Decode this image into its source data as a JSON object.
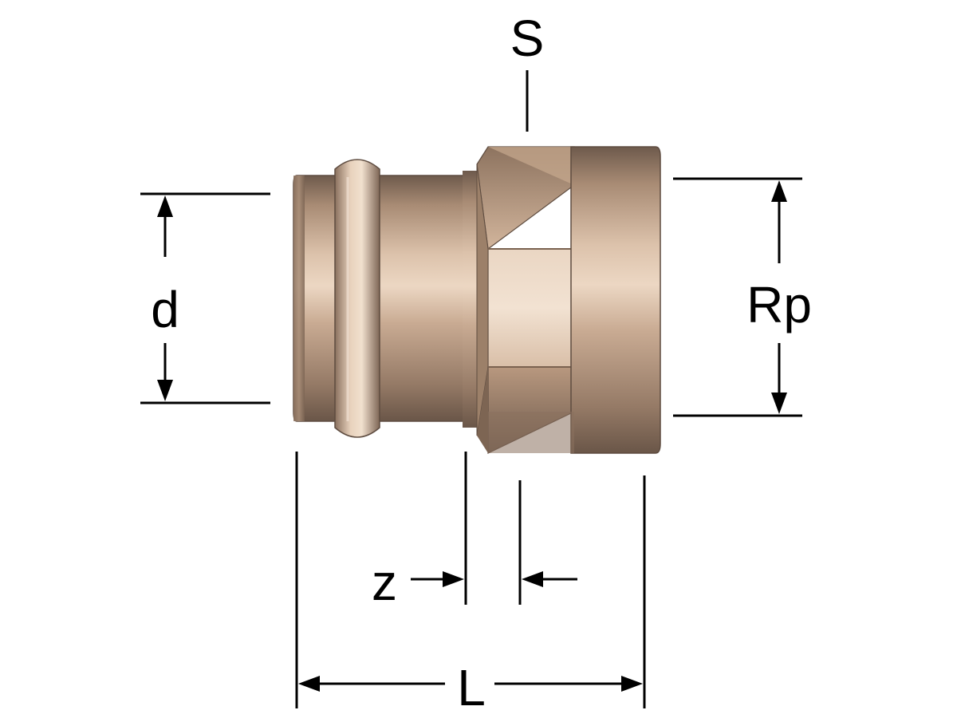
{
  "labels": {
    "S": "S",
    "d": "d",
    "Rp": "Rp",
    "z": "z",
    "L": "L"
  },
  "colors": {
    "bronze_light": "#e6cdb6",
    "bronze_mid": "#b99a82",
    "bronze_dark": "#6e5a4c",
    "line": "#000000"
  }
}
